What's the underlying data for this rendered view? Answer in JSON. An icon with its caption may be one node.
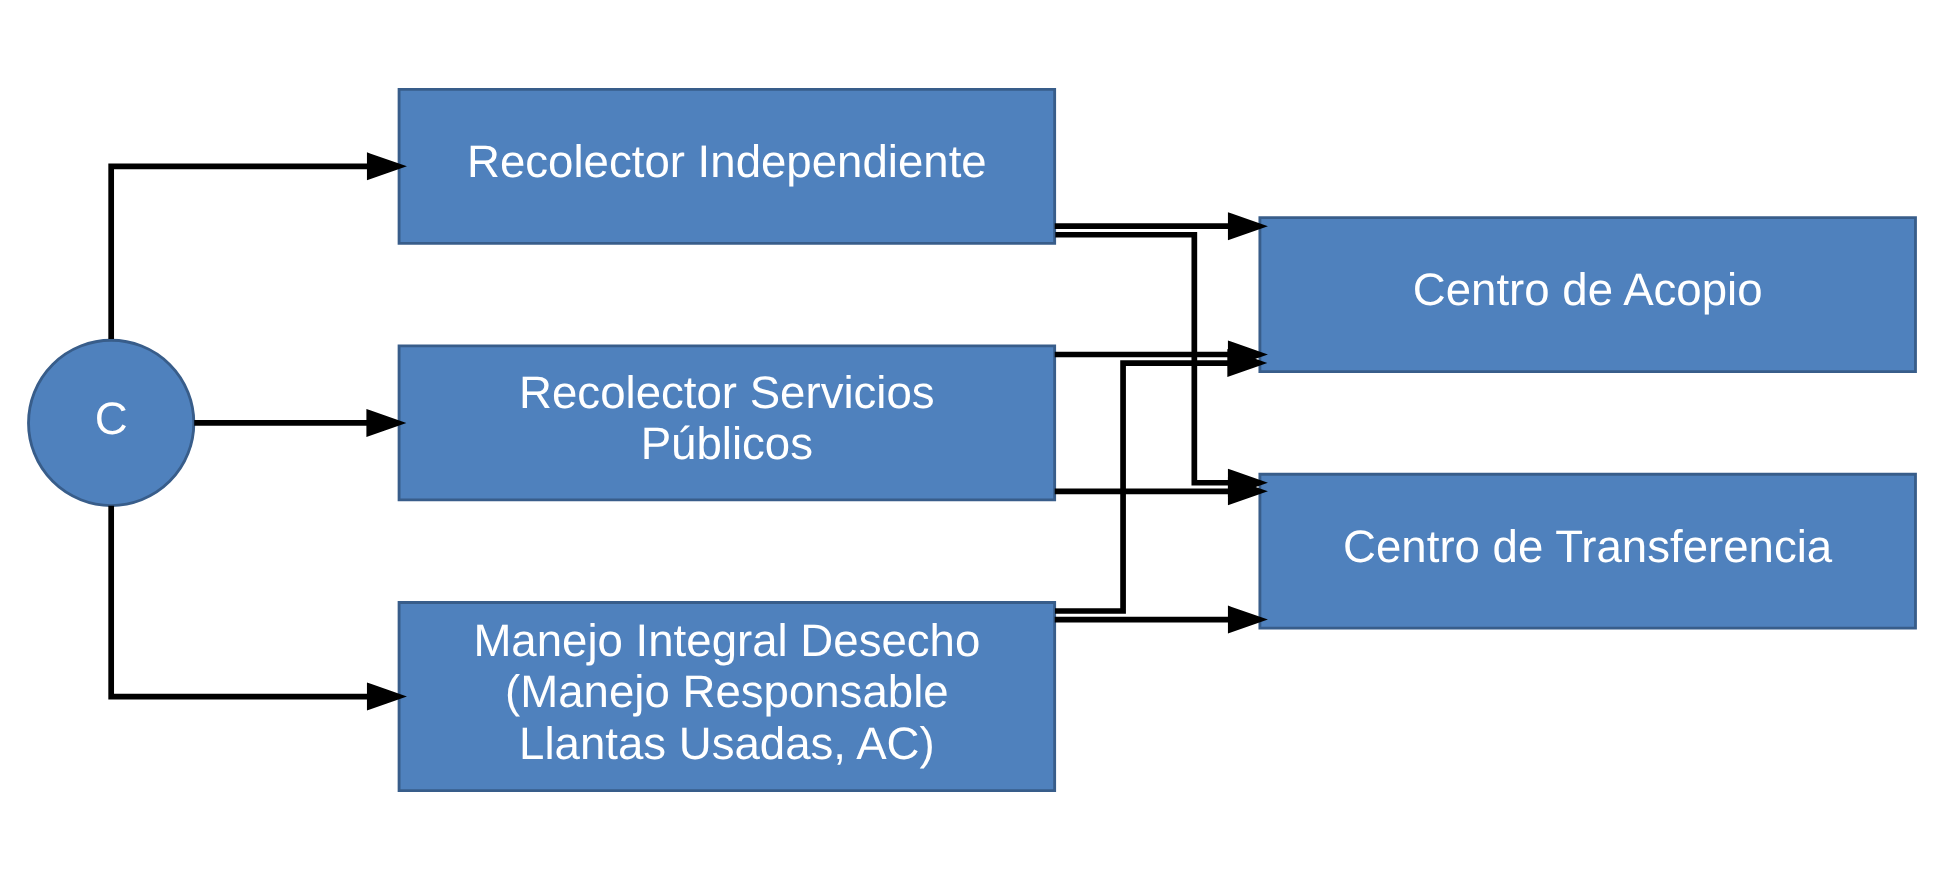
{
  "diagram": {
    "nodes": [
      {
        "text": [
          "C"
        ]
      },
      {
        "text": [
          "Recolector Independiente"
        ]
      },
      {
        "text": [
          "Recolector Servicios Públicos"
        ]
      },
      {
        "text": [
          "Manejo Integral Desecho (Manejo Responsable Llantas Usadas, AC)"
        ]
      },
      {
        "text": [
          "Centro de Acopio"
        ]
      },
      {
        "text": [
          "Centro de Transferencia"
        ]
      }
    ],
    "edges": [
      {
        "from": 0,
        "to": 1,
        "arrow": "to"
      },
      {
        "from": 0,
        "to": 2,
        "arrow": "to"
      },
      {
        "from": 0,
        "to": 3,
        "arrow": "to"
      },
      {
        "from": 1,
        "to": 4,
        "arrow": "to"
      },
      {
        "from": 2,
        "to": 4,
        "arrow": "to"
      },
      {
        "from": 3,
        "to": 4,
        "arrow": "to"
      },
      {
        "from": 1,
        "to": 5,
        "arrow": "to"
      },
      {
        "from": 2,
        "to": 5,
        "arrow": "to"
      },
      {
        "from": 3,
        "to": 5,
        "arrow": "to"
      }
    ]
  }
}
